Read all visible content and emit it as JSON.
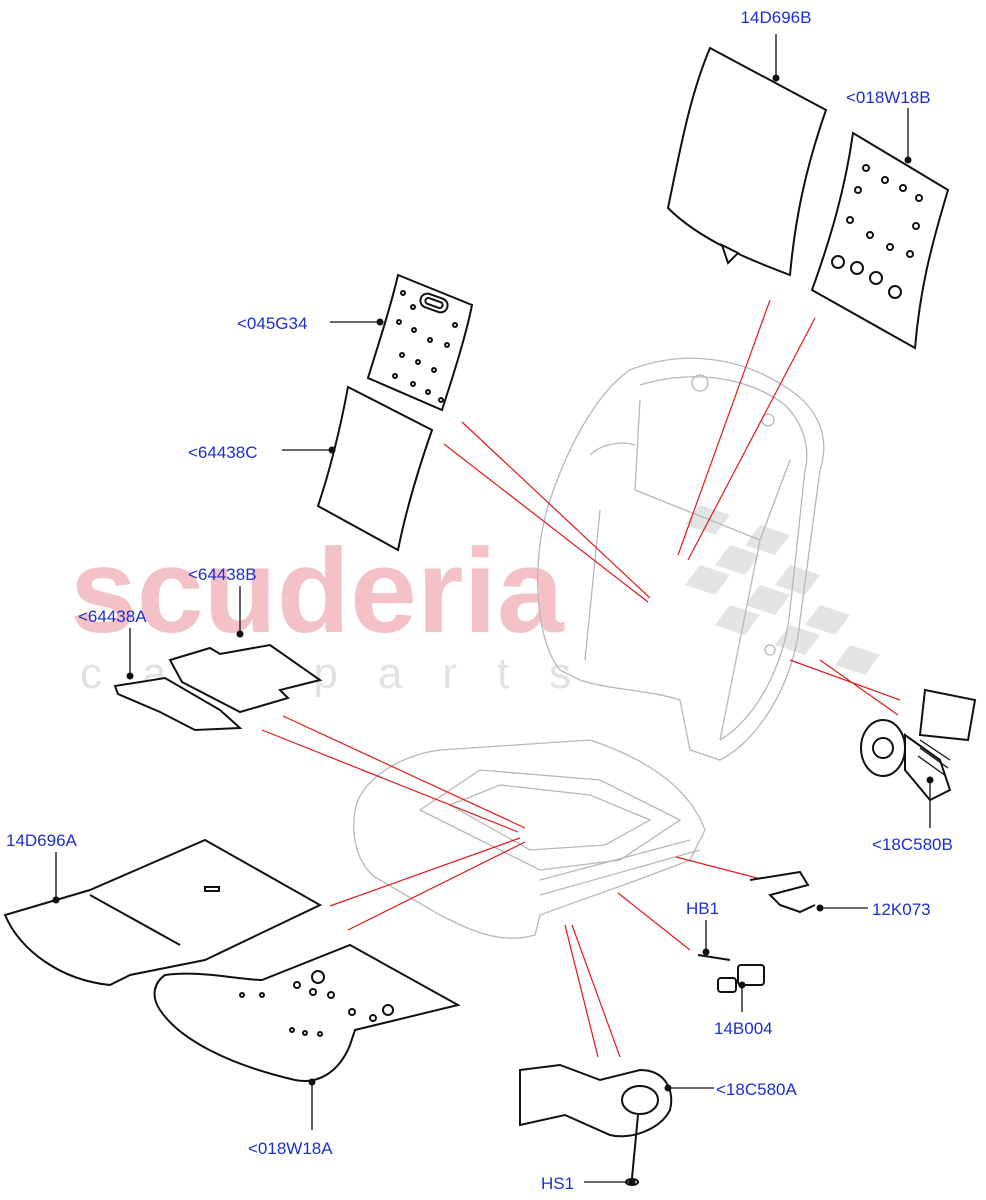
{
  "watermark": {
    "brand": "scuderia",
    "sub": "car parts"
  },
  "labels": [
    {
      "id": "14D696B",
      "text": "14D696B"
    },
    {
      "id": "018W18B",
      "text": "<018W18B"
    },
    {
      "id": "045G34",
      "text": "<045G34"
    },
    {
      "id": "64438C",
      "text": "<64438C"
    },
    {
      "id": "64438B",
      "text": "<64438B"
    },
    {
      "id": "64438A",
      "text": "<64438A"
    },
    {
      "id": "18C580B",
      "text": "<18C580B"
    },
    {
      "id": "14D696A",
      "text": "14D696A"
    },
    {
      "id": "12K073",
      "text": "12K073"
    },
    {
      "id": "HB1",
      "text": "HB1"
    },
    {
      "id": "14B004",
      "text": "14B004"
    },
    {
      "id": "18C580A",
      "text": "<18C580A"
    },
    {
      "id": "018W18A",
      "text": "<018W18A"
    },
    {
      "id": "HS1",
      "text": "HS1"
    }
  ],
  "colors": {
    "label": "#1c2fd1",
    "callout_line": "#e01a1a",
    "part_outline": "#111111",
    "seat_outline": "#b8b8b8",
    "watermark_brand": "#f4c2c6"
  }
}
